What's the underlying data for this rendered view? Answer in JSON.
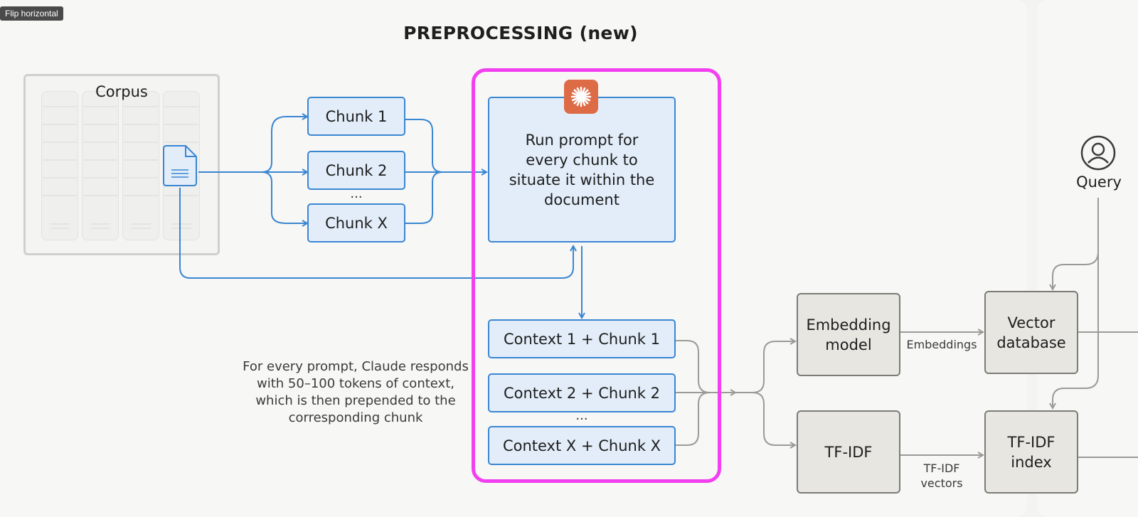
{
  "tooltip": "Flip horizontal",
  "title": "PREPROCESSING (new)",
  "corpus": {
    "label": "Corpus"
  },
  "chunks": [
    {
      "label": "Chunk 1"
    },
    {
      "label": "Chunk 2"
    },
    {
      "label": "Chunk X"
    }
  ],
  "chunks_ellipsis": "...",
  "prompt_box": {
    "text": "Run prompt for every chunk to situate it within the document"
  },
  "contexts": [
    {
      "label": "Context 1 + Chunk 1"
    },
    {
      "label": "Context 2 + Chunk 2"
    },
    {
      "label": "Context X + Chunk X"
    }
  ],
  "contexts_ellipsis": "...",
  "note": "For every prompt, Claude responds with 50–100 tokens of context, which is then prepended to the corresponding chunk",
  "embedding_model": {
    "label": "Embedding model"
  },
  "embeddings_label": "Embeddings",
  "vector_db": {
    "label": "Vector database"
  },
  "tfidf": {
    "label": "TF-IDF"
  },
  "tfidf_vectors_label": "TF-IDF vectors",
  "tfidf_index": {
    "label": "TF-IDF index"
  },
  "query": {
    "label": "Query"
  },
  "colors": {
    "blue_stroke": "#3a86d2",
    "blue_fill": "#e2edf9",
    "magenta": "#f23ff0",
    "claude_orange": "#dd6b45",
    "gray_stroke": "#7b7b78",
    "gray_fill": "#e7e6e1"
  },
  "icons": [
    "document-icon",
    "claude-sparkle-icon",
    "user-icon"
  ]
}
